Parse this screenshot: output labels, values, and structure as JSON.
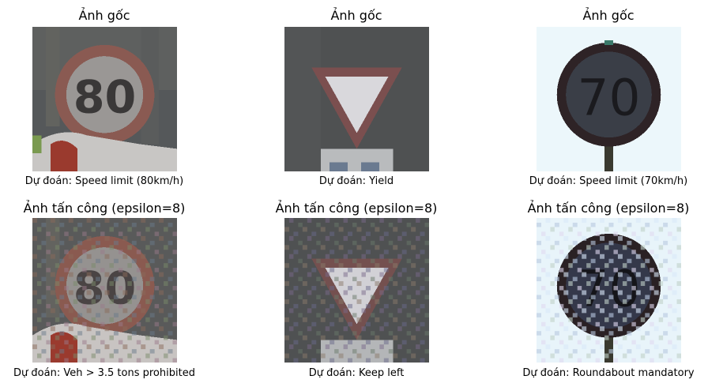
{
  "figure": {
    "rows": [
      {
        "panels": [
          {
            "title": "Ảnh gốc",
            "caption": "Dự đoán: Speed limit (80km/h)",
            "sign": "speed-limit-80"
          },
          {
            "title": "Ảnh gốc",
            "caption": "Dự đoán: Yield",
            "sign": "yield"
          },
          {
            "title": "Ảnh gốc",
            "caption": "Dự đoán: Speed limit (70km/h)",
            "sign": "speed-limit-70"
          }
        ]
      },
      {
        "panels": [
          {
            "title": "Ảnh tấn công (epsilon=8)",
            "caption": "Dự đoán: Veh > 3.5 tons prohibited",
            "sign": "speed-limit-80-adversarial"
          },
          {
            "title": "Ảnh tấn công (epsilon=8)",
            "caption": "Dự đoán: Keep left",
            "sign": "yield-adversarial"
          },
          {
            "title": "Ảnh tấn công (epsilon=8)",
            "caption": "Dự đoán: Roundabout mandatory",
            "sign": "speed-limit-70-adversarial"
          }
        ]
      }
    ]
  }
}
